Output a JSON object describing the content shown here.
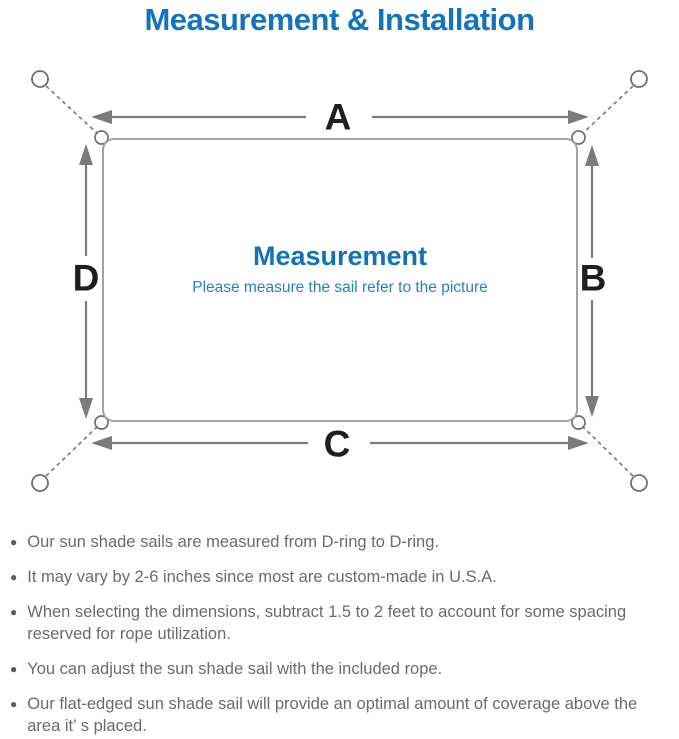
{
  "header": {
    "title": "Measurement & Installation",
    "title_color": "#1573bb"
  },
  "diagram": {
    "side_labels": {
      "top": "A",
      "right": "B",
      "bottom": "C",
      "left": "D"
    },
    "center": {
      "title": "Measurement",
      "subtitle": "Please measure the sail refer to the picture"
    },
    "colors": {
      "arrow_gray": "#7b7b7b",
      "sail_border_gray": "#a3a3a3",
      "guy_line_gray": "#787878",
      "ring_gray": "#6f6f6f",
      "label_black": "#1f1f1f",
      "center_title_blue": "#1173b6",
      "center_subtitle_blue": "#2d7ec0"
    }
  },
  "notes": {
    "bullet": "●",
    "items": [
      "Our sun shade sails are measured from D-ring to D-ring.",
      "It may vary by 2-6 inches since most are custom-made in U.S.A.",
      "When selecting the dimensions, subtract 1.5 to 2 feet to account for some spacing reserved for rope utilization.",
      "You can adjust the sun shade sail with the included rope.",
      "Our flat-edged sun shade sail will provide an optimal amount of coverage above the area it’ s placed."
    ]
  }
}
